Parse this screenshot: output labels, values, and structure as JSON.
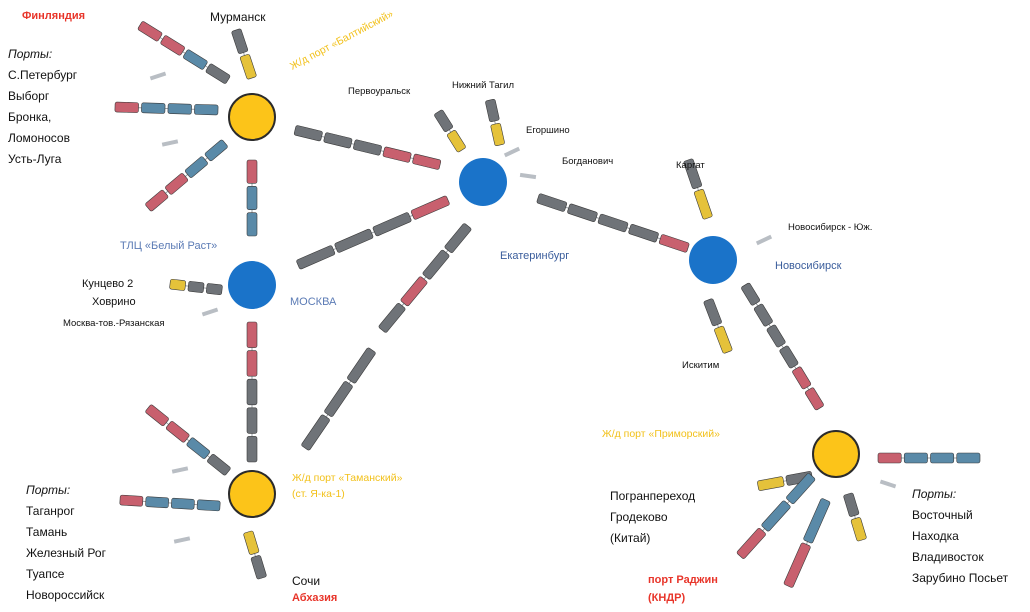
{
  "colors": {
    "hub_yellow": "#fcc419",
    "hub_blue": "#1a73c9",
    "hub_border": "#2b2b2b",
    "accent_red": "#e8352a",
    "accent_yellow": "#f2c11b",
    "label_blue": "#3a5d9c",
    "wagon_pink": "#c8606e",
    "wagon_gray": "#6f7378",
    "wagon_teal": "#5a8aa8",
    "wagon_yellow": "#e5c23a",
    "rail": "#9aa0a6"
  },
  "labels": {
    "finland": "Финляндия",
    "murmansk": "Мурманск",
    "nw_ports_head": "Порты:",
    "nw_ports": [
      "С.Петербург",
      "Выборг",
      "Бронка,",
      "Ломоносов",
      "Усть-Луга"
    ],
    "nw_rail_port": "Ж/д порт «Балтийский»",
    "pervouralsk": "Первоуральск",
    "nizhny_tagil": "Нижний Тагил",
    "egorshino": "Егоршино",
    "bogdanovich": "Богданович",
    "belyi_rast": "ТЛЦ «Белый Раст»",
    "kuntsevo": "Кунцево 2",
    "khovrino": "Ховрино",
    "moscow_ryazan": "Москва-тов.-Рязанская",
    "moscow": "МОСКВА",
    "ekaterinburg": "Екатеринбург",
    "kargat": "Каргат",
    "novosibirsk_yu": "Новосибирск - Юж.",
    "novosibirsk": "Новосибирск",
    "iskitim": "Искитим",
    "ne_rail_port": "Ж/д порт «Приморский»",
    "s_rail_port_line1": "Ж/д порт «Таманский»",
    "s_rail_port_line2": "(ст. Я-ка-1)",
    "s_ports_head": "Порты:",
    "s_ports": [
      "Таганрог",
      "Тамань",
      "Железный Рог",
      "Туапсе",
      "Новороссийск"
    ],
    "sochi": "Сочи",
    "abkhazia": "Абхазия",
    "border_crossing": [
      "Погранпереход",
      "Гродеково",
      "(Китай)"
    ],
    "e_ports_head": "Порты:",
    "e_ports": [
      "Восточный",
      "Находка",
      "Владивосток",
      "Зарубино Посьет"
    ],
    "rajin": "порт Раджин",
    "dprk": "(КНДР)"
  }
}
